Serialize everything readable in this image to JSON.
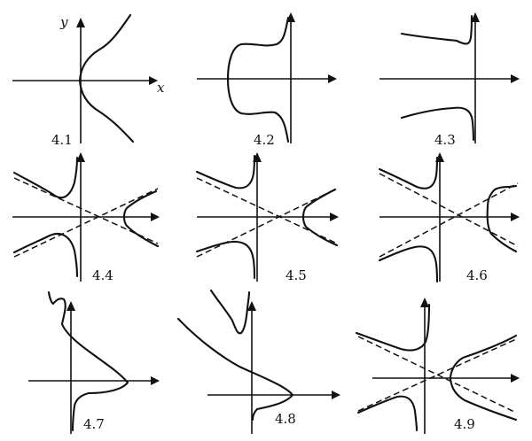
{
  "axis_labels": {
    "x": "x",
    "y": "y"
  },
  "panels": [
    {
      "label": "4.1"
    },
    {
      "label": "4.2"
    },
    {
      "label": "4.3"
    },
    {
      "label": "4.4"
    },
    {
      "label": "4.5"
    },
    {
      "label": "4.6"
    },
    {
      "label": "4.7"
    },
    {
      "label": "4.8"
    },
    {
      "label": "4.9"
    }
  ]
}
